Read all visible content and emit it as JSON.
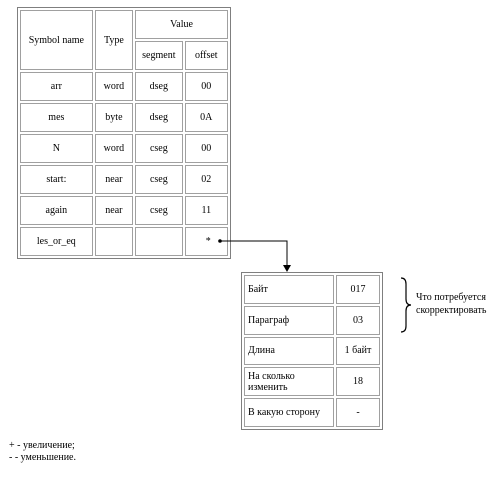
{
  "symbol_table": {
    "headers": {
      "symbol_name": "Symbol name",
      "type": "Type",
      "value": "Value",
      "segment": "segment",
      "offset": "offset"
    },
    "rows": [
      {
        "name": "arr",
        "type": "word",
        "segment": "dseg",
        "offset": "00"
      },
      {
        "name": "mes",
        "type": "byte",
        "segment": "dseg",
        "offset": "0A"
      },
      {
        "name": "N",
        "type": "word",
        "segment": "cseg",
        "offset": "00"
      },
      {
        "name": "start:",
        "type": "near",
        "segment": "cseg",
        "offset": "02"
      },
      {
        "name": "again",
        "type": "near",
        "segment": "cseg",
        "offset": "11"
      },
      {
        "name": "les_or_eq",
        "type": "",
        "segment": "",
        "offset": "*"
      }
    ]
  },
  "detail_table": {
    "rows": [
      {
        "label": "Байт",
        "value": "017"
      },
      {
        "label": "Параграф",
        "value": "03"
      },
      {
        "label": "Длина",
        "value": "1 байт"
      },
      {
        "label": "На сколько изменить",
        "value": "18"
      },
      {
        "label": "В какую сторону",
        "value": "-"
      }
    ]
  },
  "brace_note": {
    "line1": "Что потребуется",
    "line2": "скорректировать"
  },
  "legend": {
    "plus": "+ - увеличение;",
    "minus": "- - уменьшение."
  }
}
